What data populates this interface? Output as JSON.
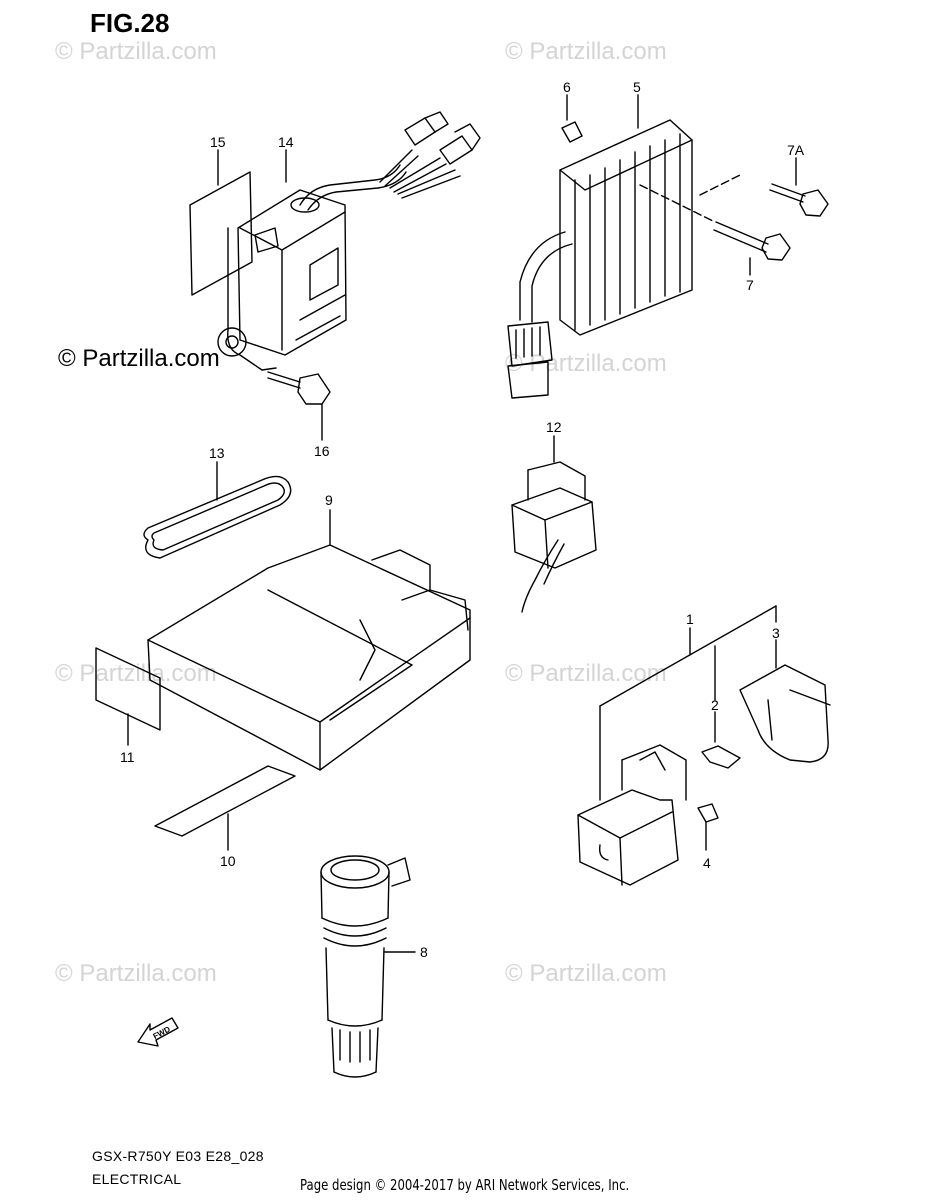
{
  "figure": {
    "title": "FIG.28"
  },
  "watermarks": {
    "text": "© Partzilla.com",
    "main_text": "© Partzilla.com"
  },
  "callouts": {
    "c1": "1",
    "c2": "2",
    "c3": "3",
    "c4": "4",
    "c5": "5",
    "c6": "6",
    "c7": "7",
    "c7a": "7A",
    "c8": "8",
    "c9": "9",
    "c10": "10",
    "c11": "11",
    "c12": "12",
    "c13": "13",
    "c14": "14",
    "c15": "15",
    "c16": "16"
  },
  "fwd_arrow": {
    "label": "FWD"
  },
  "footer": {
    "model_code": "GSX-R750Y E03 E28_028",
    "section": "ELECTRICAL",
    "credit": "Page design © 2004-2017 by ARI Network Services, Inc."
  }
}
